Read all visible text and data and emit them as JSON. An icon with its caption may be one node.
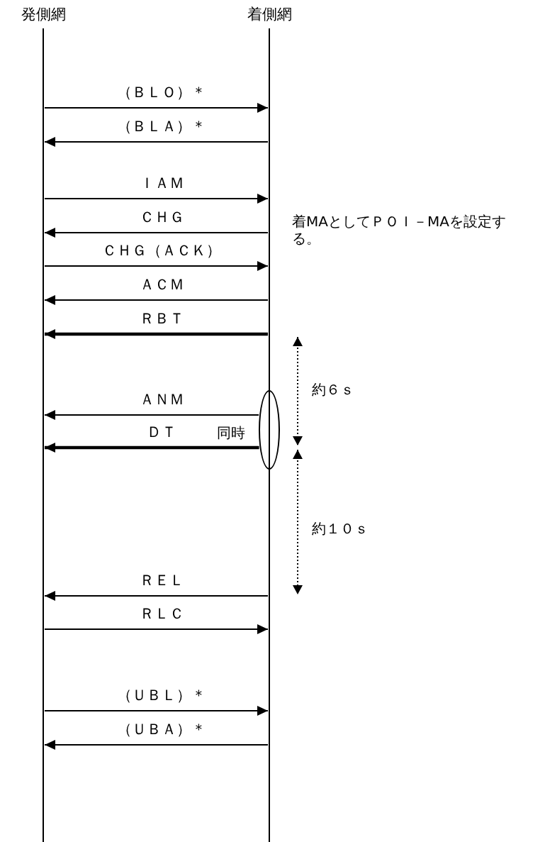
{
  "diagram": {
    "nodes": [
      {
        "text": [
          "発側網"
        ]
      },
      {
        "text": [
          "着側網"
        ]
      },
      {
        "text": [],
        "shape": "ellipse",
        "beside": [
          "同時"
        ]
      }
    ],
    "edges": [
      {
        "from": 0,
        "to": 1,
        "arrow": "to",
        "label": "（ＢＬＯ）＊"
      },
      {
        "from": 1,
        "to": 0,
        "arrow": "to",
        "label": "（ＢＬＡ）＊"
      },
      {
        "from": 0,
        "to": 1,
        "arrow": "to",
        "label": "ＩＡＭ"
      },
      {
        "from": 1,
        "to": 0,
        "arrow": "to",
        "label": "ＣＨＧ"
      },
      {
        "from": 0,
        "to": 1,
        "arrow": "to",
        "label": "ＣＨＧ（ＡＣＫ）"
      },
      {
        "from": 1,
        "to": 0,
        "arrow": "to",
        "label": "ＡＣＭ"
      },
      {
        "from": 1,
        "to": 0,
        "arrow": "to",
        "label": "ＲＢＴ",
        "style": "thick"
      },
      {
        "from": 2,
        "to": 0,
        "arrow": "to",
        "label": "ＡＮＭ"
      },
      {
        "from": 2,
        "to": 0,
        "arrow": "to",
        "label": "ＤＴ",
        "style": "thick"
      },
      {
        "from": 1,
        "to": 0,
        "arrow": "to",
        "label": "ＲＥＬ"
      },
      {
        "from": 0,
        "to": 1,
        "arrow": "to",
        "label": "ＲＬＣ"
      },
      {
        "from": 0,
        "to": 1,
        "arrow": "to",
        "label": "（ＵＢＬ）＊"
      },
      {
        "from": 1,
        "to": 0,
        "arrow": "to",
        "label": "（ＵＢＡ）＊"
      }
    ],
    "labels": [
      "着MAとしてＰＯＩ－MAを設定する。",
      "約６ｓ",
      "約１０ｓ"
    ]
  }
}
